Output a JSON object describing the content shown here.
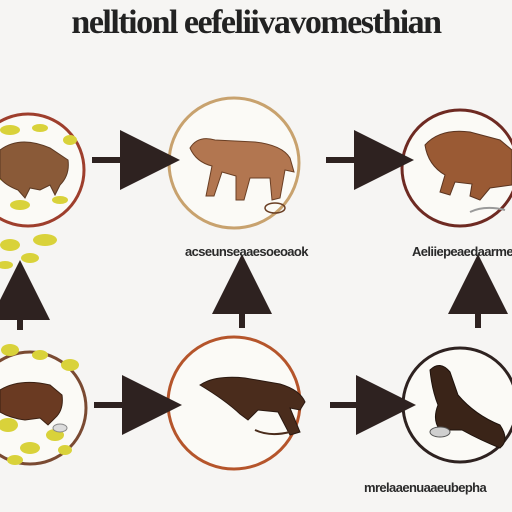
{
  "title": "nelltionl eefeliivavomesthian",
  "labels": {
    "top_middle": "acseunseaaesoeoaok",
    "top_right": "Aeliiepeaedaarmecs",
    "bottom_right": "mrelaaenuaaeubepha"
  },
  "colors": {
    "ring_light": "#c8a26e",
    "ring_mid": "#b5552b",
    "ring_dark": "#6e2a22",
    "arrow": "#2e2220",
    "foliage": "#d9d23a"
  }
}
